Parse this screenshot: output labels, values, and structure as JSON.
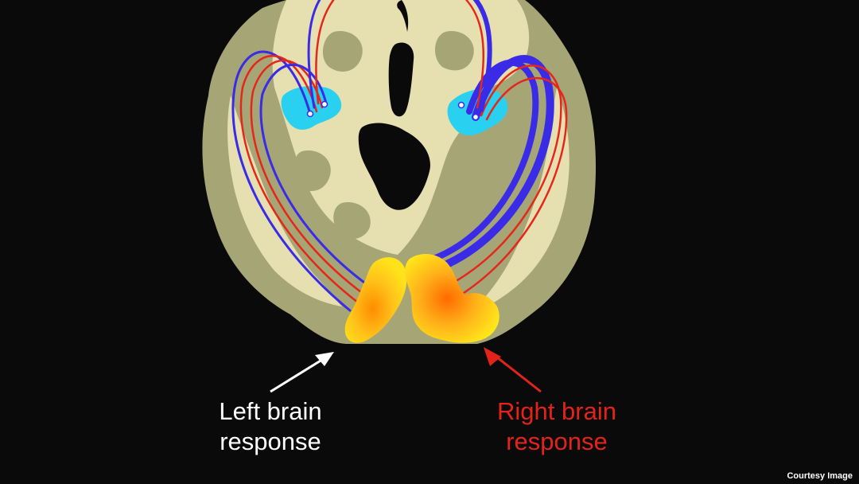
{
  "labels": {
    "left_line1": "Left brain",
    "left_line2": "response",
    "right_line1": "Right brain",
    "right_line2": "response"
  },
  "credit": "Courtesy Image",
  "colors": {
    "background": "#0a0a0a",
    "brain_gray_matter": "#a6a576",
    "brain_white_matter": "#e6dfb0",
    "ventricle": "#0a0a0a",
    "eye_region": "#2ad0f0",
    "pathway_blue": "#3a2be6",
    "pathway_red": "#e5271b",
    "response_yellow": "#ffe21a",
    "response_orange": "#ff8c00",
    "left_label": "#ffffff",
    "right_label": "#e3231a"
  }
}
